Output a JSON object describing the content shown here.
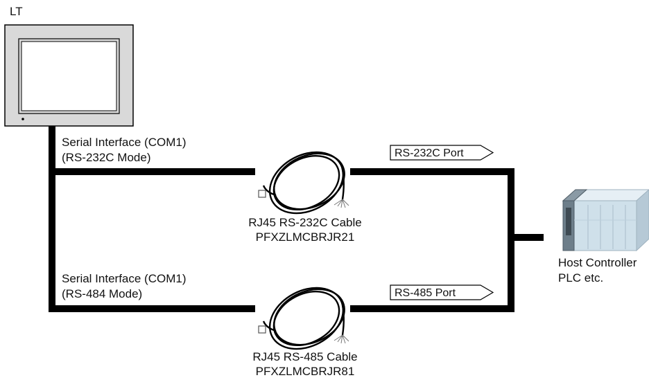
{
  "device": {
    "name": "LT"
  },
  "interfaces": [
    {
      "line1": "Serial Interface (COM1)",
      "line2": "(RS-232C Mode)"
    },
    {
      "line1": "Serial Interface (COM1)",
      "line2": "(RS-484 Mode)"
    }
  ],
  "cables": [
    {
      "name": "RJ45 RS-232C Cable",
      "part": "PFXZLMCBRJR21"
    },
    {
      "name": "RJ45 RS-485 Cable",
      "part": "PFXZLMCBRJR81"
    }
  ],
  "ports": [
    {
      "label": "RS-232C Port"
    },
    {
      "label": "RS-485 Port"
    }
  ],
  "host": {
    "line1": "Host Controller",
    "line2": "PLC etc."
  },
  "colors": {
    "line": "#000000",
    "plc_body": "#cfe0ea",
    "plc_dark": "#6d7e8a",
    "screen_frame": "#d9d9d9"
  }
}
